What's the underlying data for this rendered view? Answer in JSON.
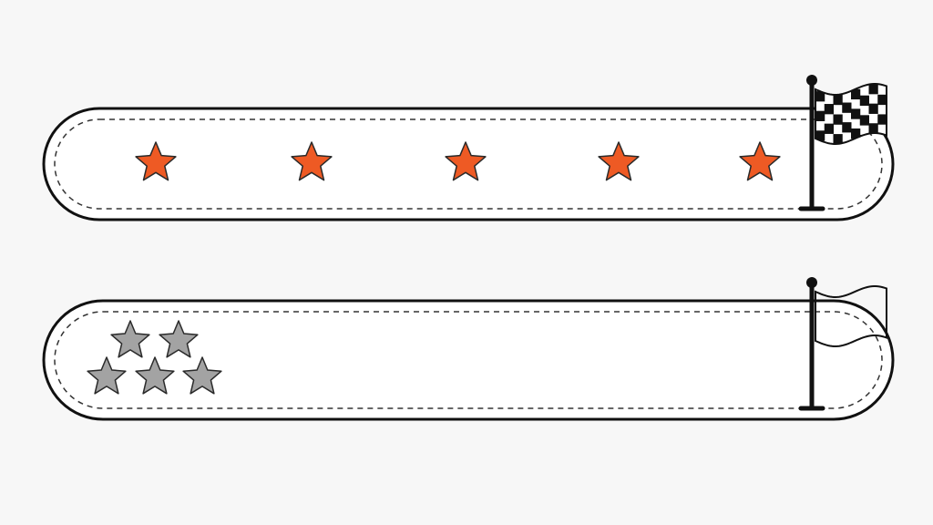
{
  "colors": {
    "background": "#f7f7f7",
    "track_outline": "#111111",
    "track_fill": "#ffffff",
    "dash": "#333333",
    "star_active": "#ee5a24",
    "star_inactive": "#a3a3a3",
    "star_stroke": "#2a2a2a",
    "flag_dark": "#111111",
    "flag_light": "#ffffff"
  },
  "tracks": [
    {
      "name": "spread-track",
      "star_state": "active",
      "star_count": 5,
      "arrangement": "spread",
      "finish_icon": "checkered-flag-icon"
    },
    {
      "name": "clustered-track",
      "star_state": "inactive",
      "star_count": 5,
      "arrangement": "clustered",
      "finish_icon": "checkered-flag-icon"
    }
  ]
}
